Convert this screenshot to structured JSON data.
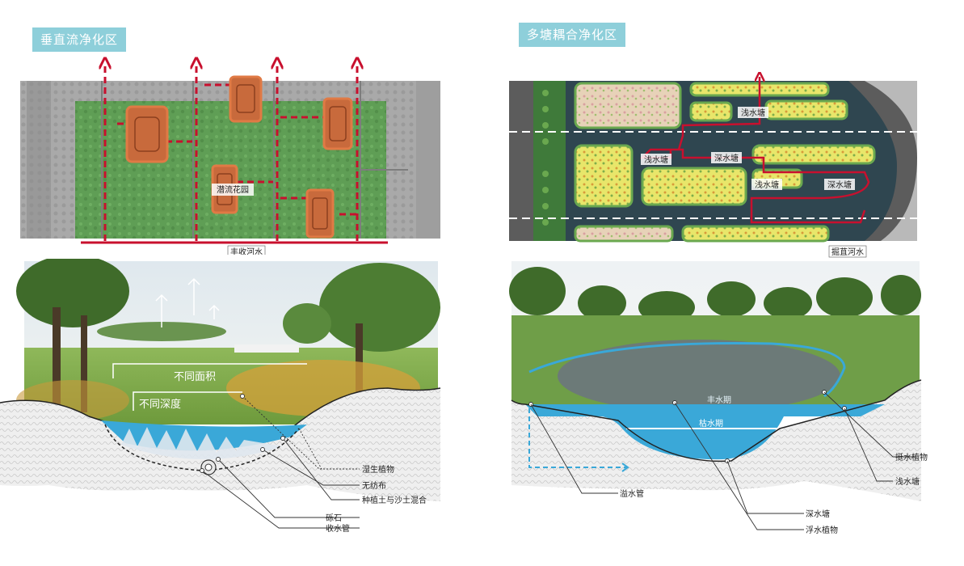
{
  "left": {
    "title": "垂直流净化区",
    "plan_labels": {
      "garden": "潜流花园",
      "river": "丰收河水"
    },
    "section_labels": {
      "area": "不同面积",
      "depth": "不同深度",
      "wetland_plants": "湿生植物",
      "nonwoven": "无纺布",
      "soil_mix": "种植土与沙土混合",
      "gravel": "砾石",
      "collector_pipe": "收水管"
    }
  },
  "right": {
    "title": "多塘耦合净化区",
    "plan_labels": {
      "shallow_pond_1": "浅水塘",
      "shallow_pond_2": "浅水塘",
      "shallow_pond_3": "浅水塘",
      "deep_pond_1": "深水塘",
      "deep_pond_2": "深水塘",
      "river": "掘苴河水"
    },
    "section_labels": {
      "high_water": "丰水期",
      "low_water": "枯水期",
      "overflow_pipe": "溢水管",
      "deep_pond": "深水塘",
      "floating_plants": "浮水植物",
      "emergent_plants": "挺水植物",
      "shallow_pond": "浅水塘"
    }
  },
  "colors": {
    "tag_bg": "#8ecfda",
    "flow_red": "#c8102e",
    "grass_green": "#5f9e55",
    "wetland_orange": "#c86a3c",
    "water_blue": "#3aa8d8"
  }
}
